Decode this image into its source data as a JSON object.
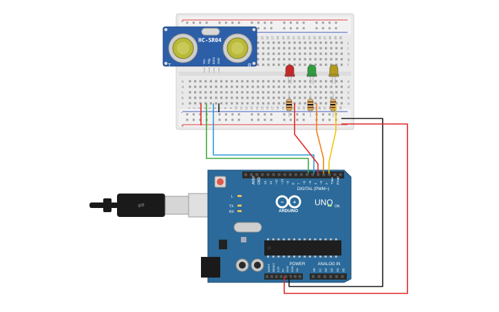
{
  "sensor": {
    "model": "HC-SR04",
    "pins": [
      "Vcc",
      "Trig",
      "Echo",
      "Gnd"
    ],
    "corner_left": "T",
    "corner_right": "R"
  },
  "breadboard": {
    "column_numbers": [
      "1",
      "2",
      "3",
      "4",
      "5",
      "6",
      "7",
      "8",
      "9",
      "10",
      "11",
      "12",
      "13",
      "14",
      "15",
      "16",
      "17",
      "18",
      "19",
      "20",
      "21",
      "22",
      "23",
      "24",
      "25",
      "26",
      "27",
      "28",
      "29",
      "30"
    ],
    "row_letters_top": [
      "j",
      "i",
      "h",
      "g",
      "f"
    ],
    "row_letters_bottom": [
      "e",
      "d",
      "c",
      "b",
      "a"
    ],
    "rail_plus": "+",
    "rail_minus": "-"
  },
  "leds": [
    {
      "color_name": "red",
      "color": "#c62828"
    },
    {
      "color_name": "green",
      "color": "#2e9e3e"
    },
    {
      "color_name": "yellow",
      "color": "#b59a1a"
    }
  ],
  "arduino": {
    "brand": "ARDUINO",
    "model": "UNO",
    "digital_label": "DIGITAL (PWM~)",
    "power_label": "POWER",
    "analog_label": "ANALOG IN",
    "on_label": "ON",
    "l_label": "L",
    "tx_label": "TX",
    "rx_label": "RX",
    "aref_pins": [
      "AREF",
      "GND"
    ],
    "digital_pins": [
      "13",
      "12",
      "~11",
      "~10",
      "~9",
      "8",
      "7",
      "~6",
      "~5",
      "4",
      "~3",
      "2",
      "TX▸1",
      "RX◂0"
    ],
    "power_pins": [
      "IOREF",
      "RESET",
      "3.3V",
      "5V",
      "GND",
      "GND",
      "Vin"
    ],
    "analog_pins": [
      "A0",
      "A1",
      "A2",
      "A3",
      "A4",
      "A5"
    ]
  },
  "colors": {
    "board_blue": "#2b6a9a",
    "board_dark": "#1f5680",
    "wire_red": "#e02424",
    "wire_green": "#3aa83a",
    "wire_blue": "#2a9bd6",
    "wire_black": "#1a1a1a",
    "wire_orange": "#ef7f1a",
    "wire_yellow": "#f2c200"
  }
}
